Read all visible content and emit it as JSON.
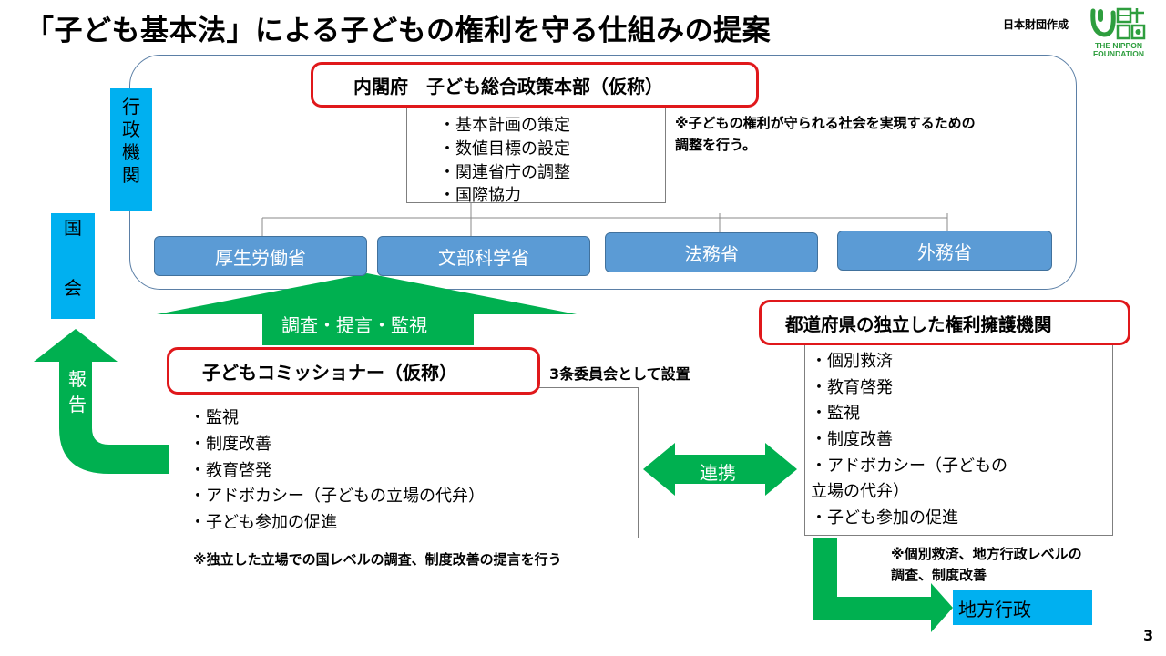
{
  "header": {
    "title": "「子ども基本法」による子どもの権利を守る仕組みの提案",
    "credit": "日本財団作成",
    "logo_text": "THE NIPPON FOUNDATION"
  },
  "government": {
    "label": "行政機関",
    "cabinet": {
      "title": "内閣府　子ども総合政策本部（仮称）",
      "items": [
        "・基本計画の策定",
        "・数値目標の設定",
        "・関連省庁の調整",
        "・国際協力"
      ],
      "note_line1": "※子どもの権利が守られる社会を実現するための",
      "note_line2": "調整を行う。"
    },
    "ministries": [
      "厚生労働省",
      "文部科学省",
      "法務省",
      "外務省"
    ]
  },
  "diet": {
    "label_top": "国",
    "label_bottom": "会"
  },
  "arrows": {
    "survey": "調査・提言・監視",
    "report": "報告",
    "cooperation": "連携"
  },
  "commissioner": {
    "title": "子どもコミッショナー（仮称）",
    "side_note": "3条委員会として設置",
    "items": [
      "・監視",
      "・制度改善",
      "・教育啓発",
      "・アドボカシー（子どもの立場の代弁）",
      "・子ども参加の促進"
    ],
    "footnote": "※独立した立場での国レベルの調査、制度改善の提言を行う"
  },
  "prefecture": {
    "title": "都道府県の独立した権利擁護機関",
    "items": [
      "・個別救済",
      "・教育啓発",
      "・監視",
      "・制度改善",
      "・アドボカシー（子どもの",
      "立場の代弁）",
      "・子ども参加の促進"
    ],
    "note_line1": "※個別救済、地方行政レベルの",
    "note_line2": "調査、制度改善"
  },
  "local_gov": {
    "label": "地方行政"
  },
  "page_number": "3",
  "colors": {
    "accent_red": "#e0181b",
    "arrow_green": "#00b050",
    "label_cyan": "#00b0f0",
    "ministry_blue": "#5b9bd5"
  }
}
